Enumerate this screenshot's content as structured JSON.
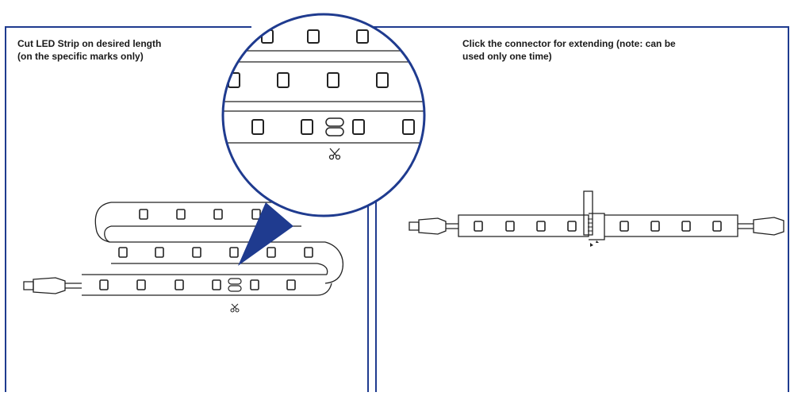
{
  "colors": {
    "frame": "#1f3b8f",
    "callout": "#1f3b8f",
    "line": "#222222",
    "background": "#ffffff"
  },
  "panels": [
    {
      "caption_line1": "Cut LED Strip on desired length",
      "caption_line2": "(on the specific marks only)"
    },
    {
      "caption_line1": "Click the connector for extending (note: can be",
      "caption_line2": "used only one time)"
    }
  ],
  "icons": {
    "cut_mark": "scissors-icon",
    "connector_click": "click-arrows-icon"
  }
}
